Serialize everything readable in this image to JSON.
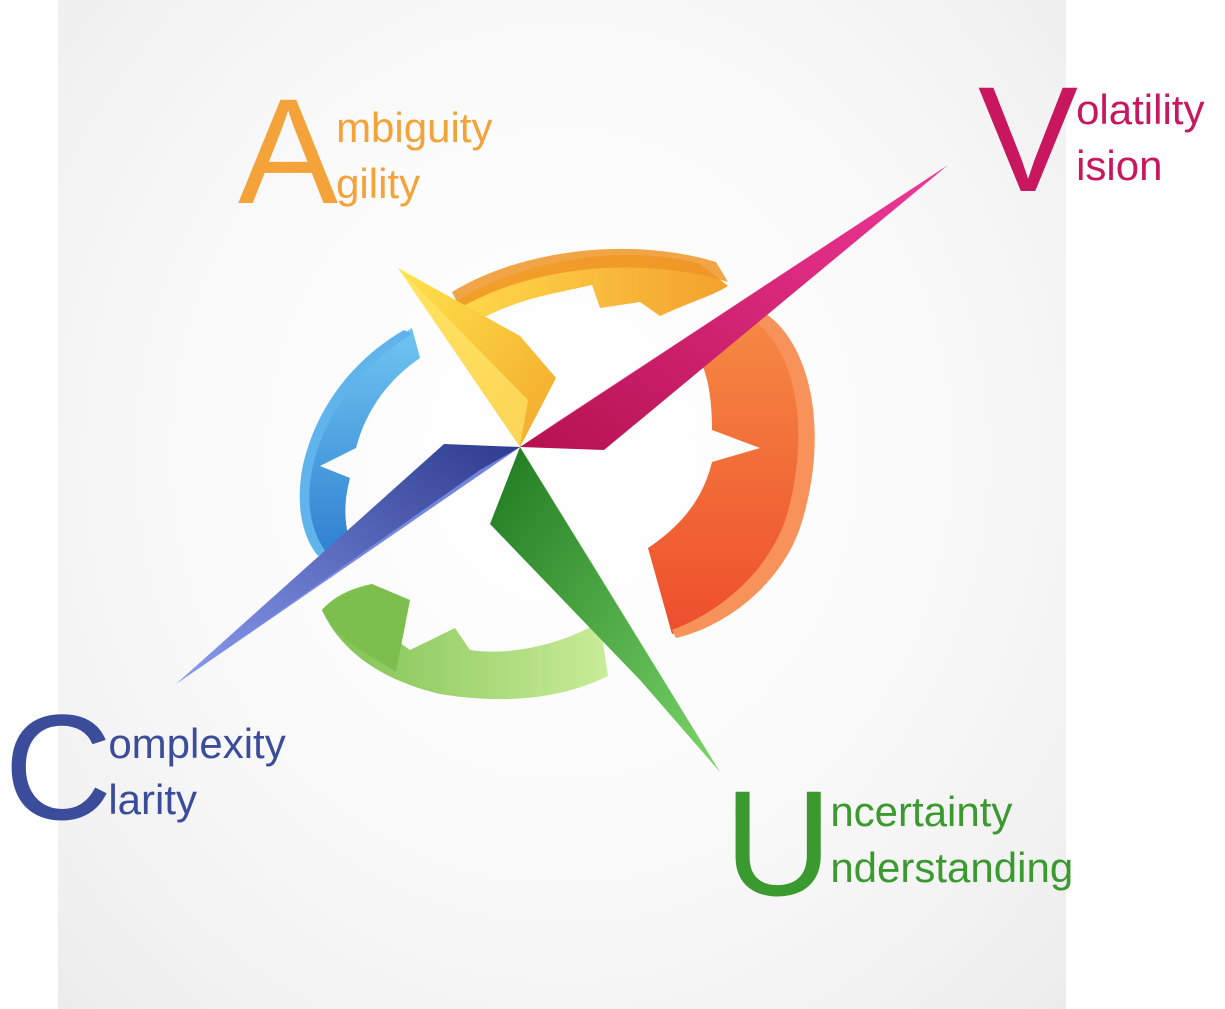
{
  "colors": {
    "ambiguity": "#F4A23A",
    "volatility": "#C8175F",
    "complexity": "#3A4C9A",
    "uncertainty": "#3B9A2F"
  },
  "quadrants": {
    "a": {
      "letter": "A",
      "line1": "mbiguity",
      "line2": "gility",
      "color": "#F4A23A"
    },
    "v": {
      "letter": "V",
      "line1": "olatility",
      "line2": "ision",
      "color": "#C8175F"
    },
    "c": {
      "letter": "C",
      "line1": "omplexity",
      "line2": "larity",
      "color": "#3A4C9A"
    },
    "u": {
      "letter": "U",
      "line1": "ncertainty",
      "line2": "nderstanding",
      "color": "#3B9A2F"
    }
  },
  "compass": {
    "icon": "compass-icon"
  }
}
